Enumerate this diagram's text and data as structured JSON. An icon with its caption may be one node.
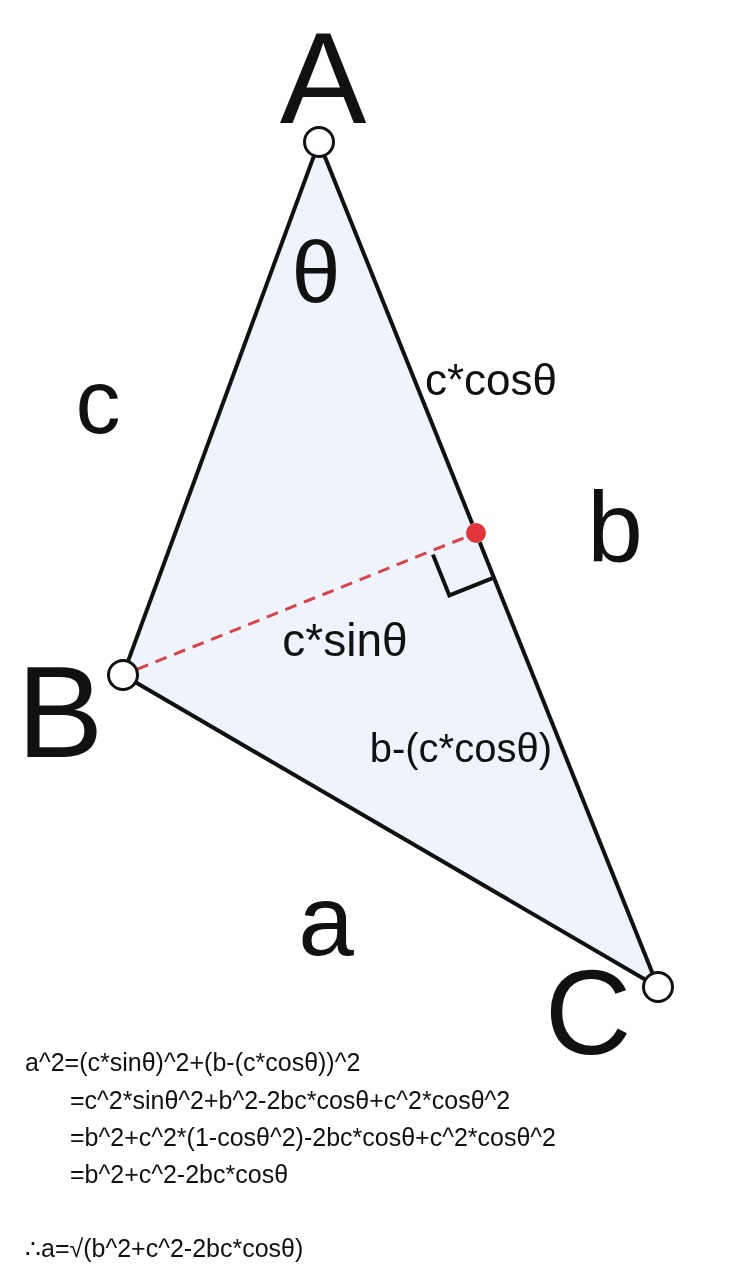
{
  "diagram": {
    "nodes": [
      {
        "text": [],
        "shape": "circle",
        "beside": [
          "A"
        ]
      },
      {
        "text": [],
        "shape": "circle",
        "beside": [
          "B"
        ]
      },
      {
        "text": [],
        "shape": "circle",
        "beside": [
          "C"
        ]
      },
      {
        "text": [],
        "shape": "circle"
      }
    ],
    "edges": [
      {
        "from": 0,
        "to": 1,
        "arrow": "none"
      },
      {
        "from": 1,
        "to": 2,
        "arrow": "none"
      },
      {
        "from": 0,
        "to": 3,
        "arrow": "none"
      },
      {
        "from": 3,
        "to": 2,
        "arrow": "none"
      },
      {
        "from": 1,
        "to": 3,
        "arrow": "none",
        "style": "dashed",
        "color": "#d9434a"
      }
    ],
    "labels": [
      "θ",
      "c",
      "c*cosθ",
      "b",
      "c*sinθ",
      "b-(c*cosθ)",
      "a",
      "a^2=(c*sinθ)^2+(b-(c*cosθ))^2",
      "=c^2*sinθ^2+b^2-2bc*cosθ+c^2*cosθ^2",
      "=b^2+c^2*(1-cosθ^2)-2bc*cosθ+c^2*cosθ^2",
      "=b^2+c^2-2bc*cosθ",
      "∴a=√(b^2+c^2-2bc*cosθ)"
    ]
  }
}
